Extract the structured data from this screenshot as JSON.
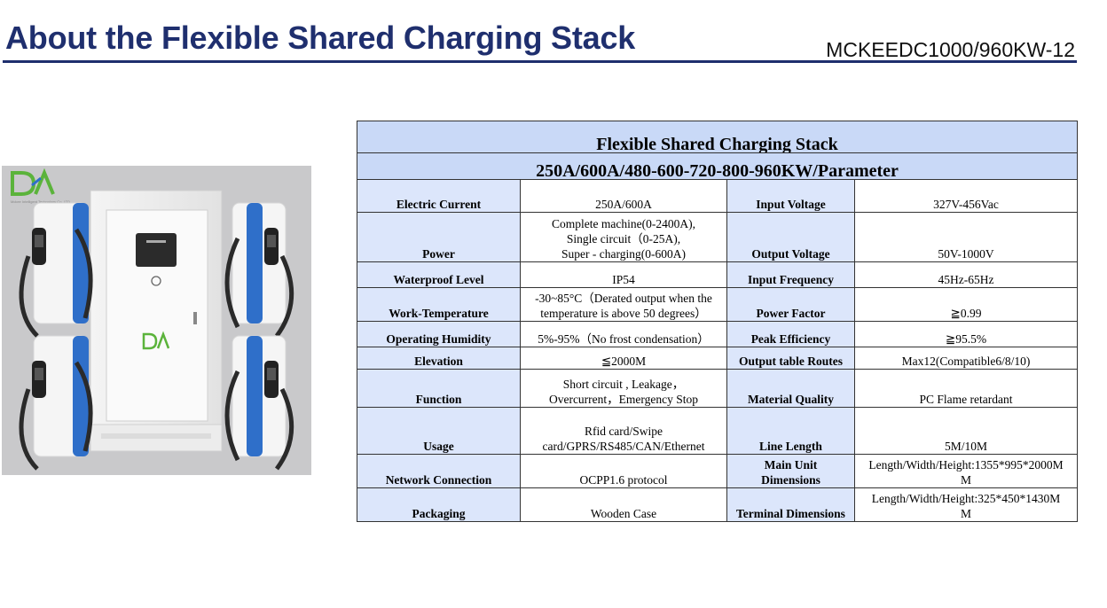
{
  "header": {
    "title": "About the Flexible Shared Charging Stack",
    "model": "MCKEEDC1000/960KW-12"
  },
  "image": {
    "logo_text": "DA",
    "logo_subtext": "Mckee Intelligent Technology Co.,LTD"
  },
  "table": {
    "title": "Flexible Shared Charging Stack",
    "subtitle": "250A/600A/480-600-720-800-960KW/Parameter",
    "rows": [
      {
        "l1": "Electric Current",
        "v1": "250A/600A",
        "l2": "Input Voltage",
        "v2": "327V-456Vac"
      },
      {
        "l1": "Power",
        "v1": "Complete machine(0-2400A),\nSingle circuit（0-25A),\nSuper - charging(0-600A)",
        "l2": "Output Voltage",
        "v2": "50V-1000V"
      },
      {
        "l1": "Waterproof  Level",
        "v1": "IP54",
        "l2": "Input Frequency",
        "v2": "45Hz-65Hz"
      },
      {
        "l1": "Work-Temperature",
        "v1": "-30~85°C（Derated output when the\ntemperature is above 50 degrees）",
        "l2": "Power Factor",
        "v2": "≧0.99"
      },
      {
        "l1": "Operating Humidity",
        "v1": "5%-95%（No frost condensation）",
        "l2": "Peak Efficiency",
        "v2": "≧95.5%"
      },
      {
        "l1": "Elevation",
        "v1": "≦2000M",
        "l2": "Output table Routes",
        "v2": "Max12(Compatible6/8/10)"
      },
      {
        "l1": "Function",
        "v1": "Short circuit , Leakage，\nOvercurrent，Emergency Stop",
        "l2": "Material Quality",
        "v2": "PC Flame retardant"
      },
      {
        "l1": "Usage",
        "v1": "Rfid card/Swipe\ncard/GPRS/RS485/CAN/Ethernet",
        "l2": "Line Length",
        "v2": "5M/10M"
      },
      {
        "l1": "Network Connection",
        "v1": "OCPP1.6 protocol",
        "l2": "Main Unit\nDimensions",
        "v2": "Length/Width/Height:1355*995*2000M\nM"
      },
      {
        "l1": "Packaging",
        "v1": "Wooden Case",
        "l2": "Terminal Dimensions",
        "v2": "Length/Width/Height:325*450*1430M\nM"
      }
    ]
  },
  "colors": {
    "title": "#1f2f6e",
    "header_fill": "#c9d9f7",
    "label_fill": "#dce6fb",
    "image_bg": "#c9c9cb",
    "dispenser_blue": "#2f6fc9",
    "logo_green": "#5bb33b"
  }
}
